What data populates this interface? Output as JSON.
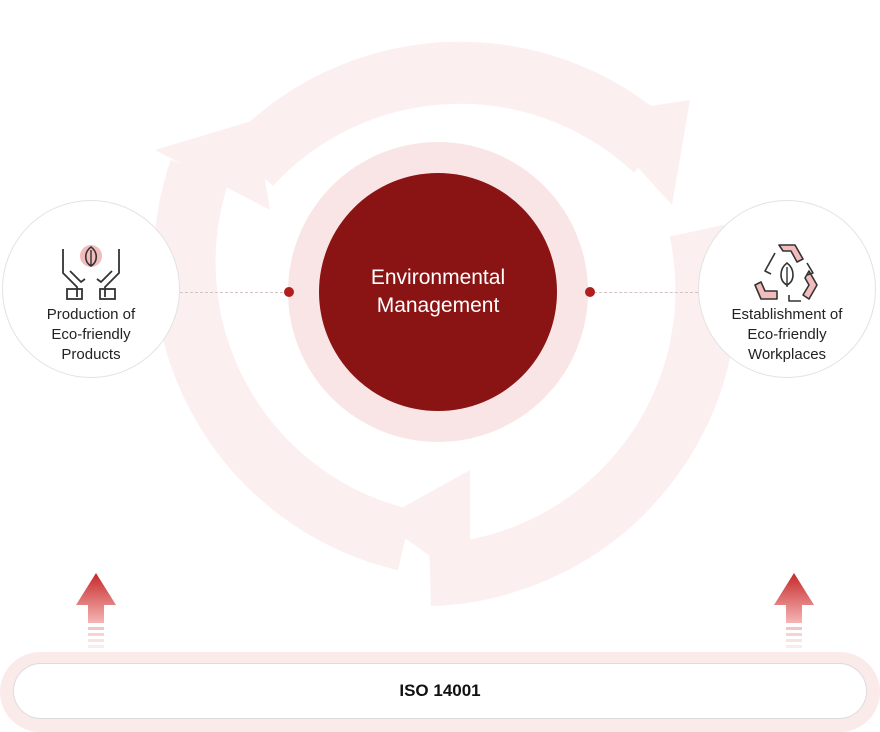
{
  "center": {
    "lines": [
      "Environmental",
      "Management"
    ]
  },
  "left_node": {
    "lines": [
      "Production of",
      "Eco-friendly",
      "Products"
    ],
    "icon": "hands-leaf-icon"
  },
  "right_node": {
    "lines": [
      "Establishment of",
      "Eco-friendly",
      "Workplaces"
    ],
    "icon": "recycle-leaf-icon"
  },
  "foundation": {
    "label": "ISO 14001"
  },
  "colors": {
    "primary": "#8a1414",
    "halo": "#f9e5e5",
    "cycle_arrows": "#fcefef",
    "accent_dot": "#b01e1e",
    "arrow_gradient_top": "#c62828"
  }
}
